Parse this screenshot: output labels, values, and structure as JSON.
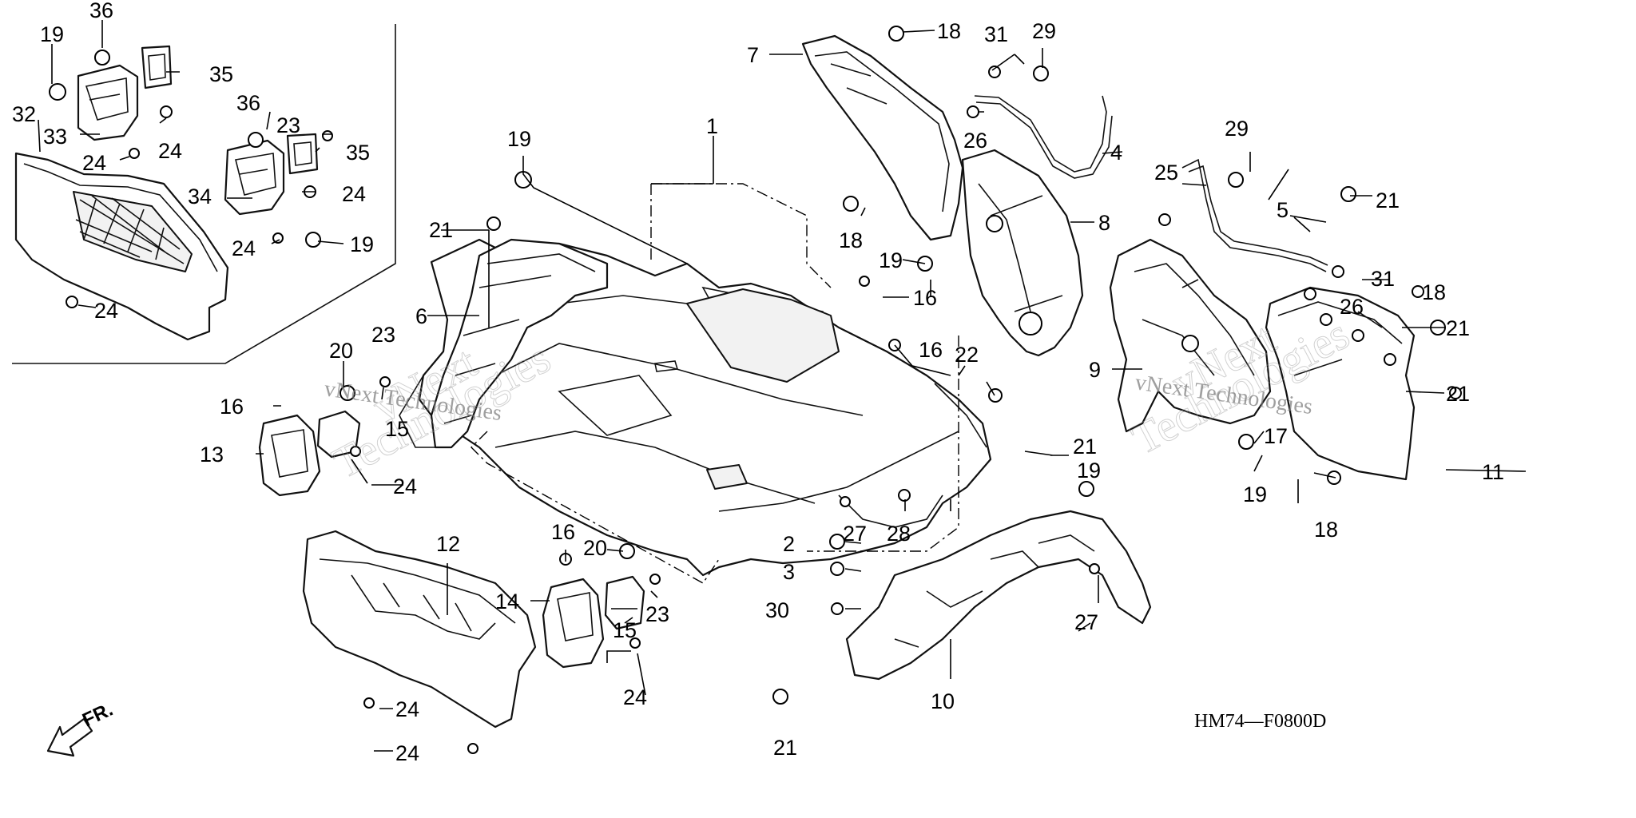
{
  "diagram": {
    "code": "HM74—F0800D",
    "direction": "FR.",
    "watermark": {
      "brand_line1": "vNext",
      "brand_line2": "Technologies",
      "inline": "vNext Technologies"
    },
    "callouts": [
      {
        "id": "c19a",
        "text": "19"
      },
      {
        "id": "c36a",
        "text": "36"
      },
      {
        "id": "c35a",
        "text": "35"
      },
      {
        "id": "c32",
        "text": "32"
      },
      {
        "id": "c33",
        "text": "33"
      },
      {
        "id": "c24a",
        "text": "24"
      },
      {
        "id": "c24b",
        "text": "24"
      },
      {
        "id": "c24c",
        "text": "24"
      },
      {
        "id": "c36b",
        "text": "36"
      },
      {
        "id": "c23a",
        "text": "23"
      },
      {
        "id": "c35b",
        "text": "35"
      },
      {
        "id": "c34",
        "text": "34"
      },
      {
        "id": "c24d",
        "text": "24"
      },
      {
        "id": "c24e",
        "text": "24"
      },
      {
        "id": "c19b",
        "text": "19"
      },
      {
        "id": "c19c",
        "text": "19"
      },
      {
        "id": "c21a",
        "text": "21"
      },
      {
        "id": "c6",
        "text": "6"
      },
      {
        "id": "c20a",
        "text": "20"
      },
      {
        "id": "c23b",
        "text": "23"
      },
      {
        "id": "c16a",
        "text": "16"
      },
      {
        "id": "c15a",
        "text": "15"
      },
      {
        "id": "c13",
        "text": "13"
      },
      {
        "id": "c24f",
        "text": "24"
      },
      {
        "id": "c12",
        "text": "12"
      },
      {
        "id": "c16b",
        "text": "16"
      },
      {
        "id": "c20b",
        "text": "20"
      },
      {
        "id": "c14",
        "text": "14"
      },
      {
        "id": "c15b",
        "text": "15"
      },
      {
        "id": "c23c",
        "text": "23"
      },
      {
        "id": "c24g",
        "text": "24"
      },
      {
        "id": "c24h",
        "text": "24"
      },
      {
        "id": "c24i",
        "text": "24"
      },
      {
        "id": "c1",
        "text": "1"
      },
      {
        "id": "c7",
        "text": "7"
      },
      {
        "id": "c18a",
        "text": "18"
      },
      {
        "id": "c31a",
        "text": "31"
      },
      {
        "id": "c29a",
        "text": "29"
      },
      {
        "id": "c26a",
        "text": "26"
      },
      {
        "id": "c4",
        "text": "4"
      },
      {
        "id": "c8",
        "text": "8"
      },
      {
        "id": "c18b",
        "text": "18"
      },
      {
        "id": "c19d",
        "text": "19"
      },
      {
        "id": "c16c",
        "text": "16"
      },
      {
        "id": "c16d",
        "text": "16"
      },
      {
        "id": "c22",
        "text": "22"
      },
      {
        "id": "c21b",
        "text": "21"
      },
      {
        "id": "c19e",
        "text": "19"
      },
      {
        "id": "c27a",
        "text": "27"
      },
      {
        "id": "c28",
        "text": "28"
      },
      {
        "id": "c2",
        "text": "2"
      },
      {
        "id": "c3",
        "text": "3"
      },
      {
        "id": "c30",
        "text": "30"
      },
      {
        "id": "c10",
        "text": "10"
      },
      {
        "id": "c27b",
        "text": "27"
      },
      {
        "id": "c21c",
        "text": "21"
      },
      {
        "id": "c29b",
        "text": "29"
      },
      {
        "id": "c25",
        "text": "25"
      },
      {
        "id": "c5",
        "text": "5"
      },
      {
        "id": "c21d",
        "text": "21"
      },
      {
        "id": "c31b",
        "text": "31"
      },
      {
        "id": "c18c",
        "text": "18"
      },
      {
        "id": "c26b",
        "text": "26"
      },
      {
        "id": "c21e",
        "text": "21"
      },
      {
        "id": "c21f",
        "text": "21"
      },
      {
        "id": "c9",
        "text": "9"
      },
      {
        "id": "c17",
        "text": "17"
      },
      {
        "id": "c19f",
        "text": "19"
      },
      {
        "id": "c11",
        "text": "11"
      },
      {
        "id": "c18d",
        "text": "18"
      }
    ]
  }
}
